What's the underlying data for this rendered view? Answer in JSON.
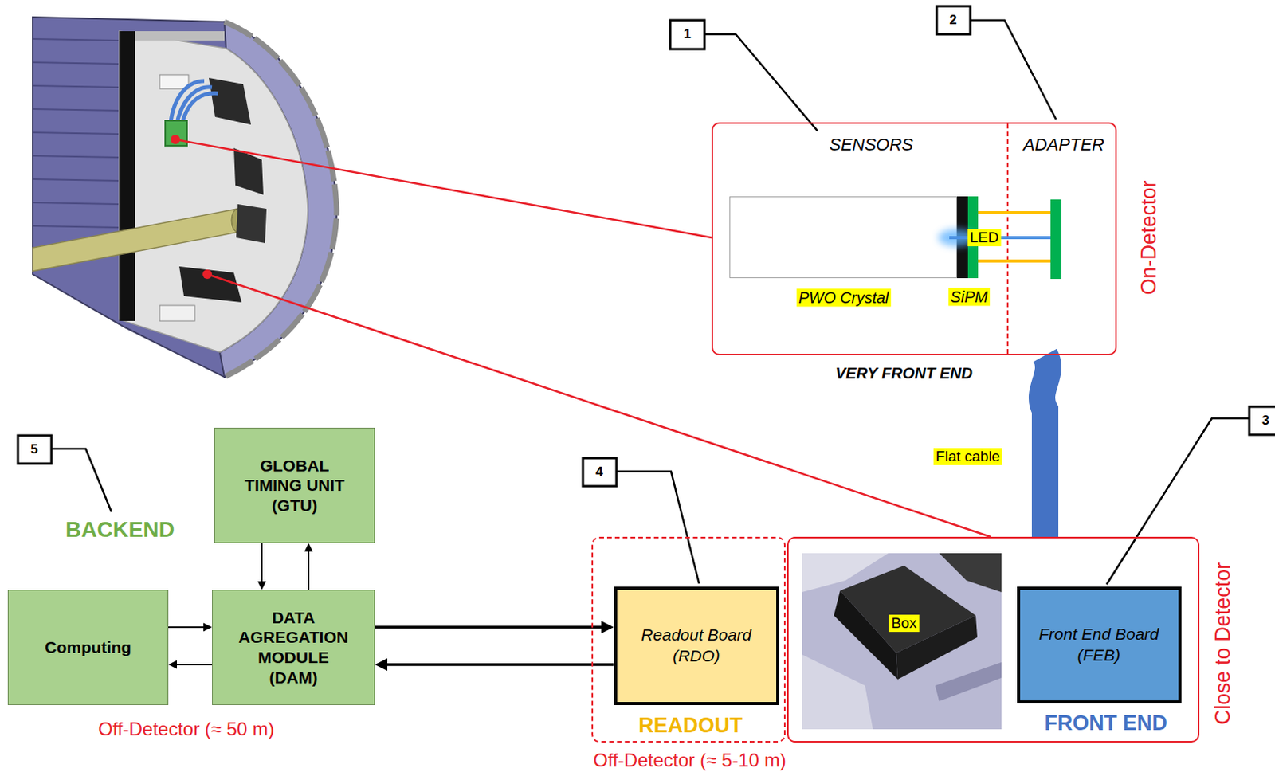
{
  "diagram": {
    "nodes": [
      {
        "text": [
          "SENSORS",
          "ADAPTER",
          "On-Detector",
          "VERY FRONT END"
        ]
      },
      {
        "text": [
          "PWO Crystal"
        ],
        "in": 0
      },
      {
        "text": [
          "SiPM"
        ],
        "in": 0
      },
      {
        "text": [
          "GLOBAL TIMING UNIT (GTU)"
        ]
      },
      {
        "text": [
          "Computing"
        ]
      },
      {
        "text": [
          "DATA AGREGATION MODULE (DAM)"
        ]
      },
      {
        "text": [
          "READOUT"
        ]
      },
      {
        "text": [
          "Readout Board (RDO)"
        ],
        "in": 6
      },
      {
        "text": [
          "FRONT END",
          "Close to Detector"
        ]
      },
      {
        "text": [
          "Front End Board (FEB)"
        ],
        "in": 8
      }
    ],
    "edges": [
      {
        "from": 0,
        "to": 8,
        "arrow": "none",
        "label": "Flat cable"
      },
      {
        "from": 4,
        "to": 5,
        "arrow": "to"
      },
      {
        "from": 5,
        "to": 4,
        "arrow": "to"
      },
      {
        "from": 3,
        "to": 5,
        "arrow": "to"
      },
      {
        "from": 5,
        "to": 3,
        "arrow": "to"
      },
      {
        "from": 5,
        "to": 7,
        "arrow": "to"
      },
      {
        "from": 7,
        "to": 5,
        "arrow": "to"
      }
    ],
    "labels": [
      "1",
      "2",
      "3",
      "4",
      "5",
      "LED",
      "Box",
      "BACKEND",
      "Off-Detector (≈ 50 m)",
      "Off-Detector (≈ 5-10 m)"
    ]
  }
}
